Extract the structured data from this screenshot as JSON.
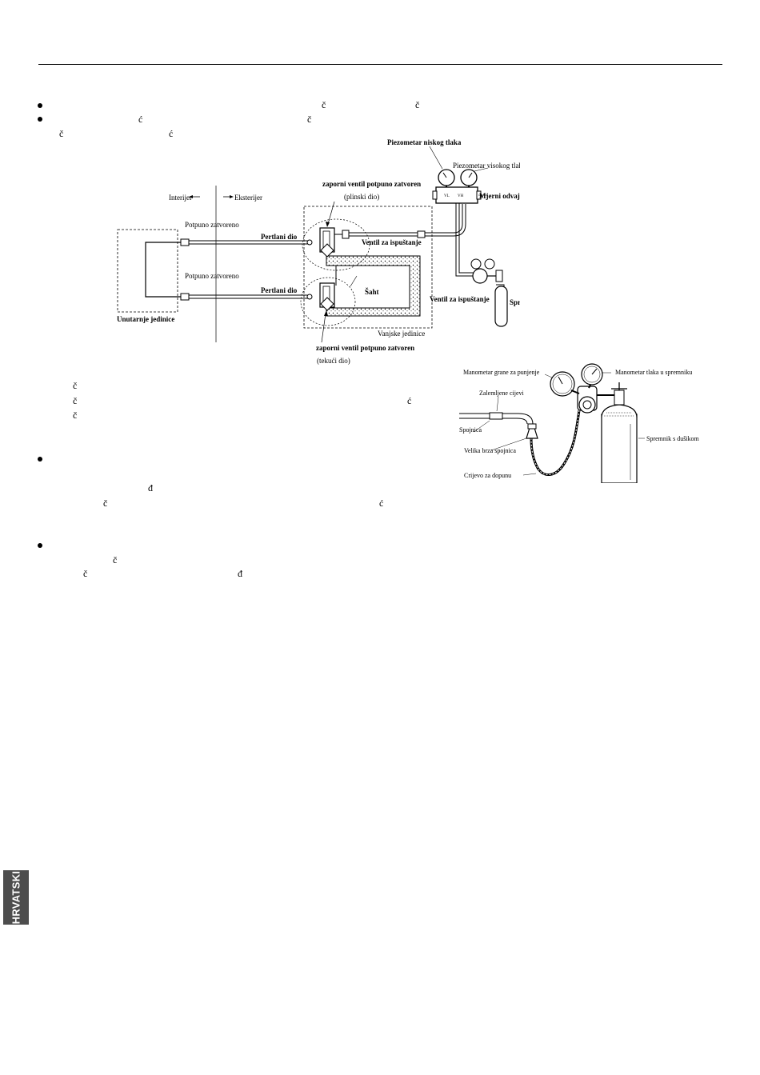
{
  "fragments": {
    "p1": [
      "č",
      "č"
    ],
    "p2": [
      "ć",
      "č"
    ],
    "p2b": [
      "č",
      "ć"
    ],
    "list": [
      "č",
      "č",
      "ć",
      "č"
    ],
    "p3": [
      "đ",
      "č",
      "ć"
    ],
    "p4": [
      "č",
      "č",
      "đ"
    ]
  },
  "diagram1": {
    "interior": "Interijer",
    "exterior": "Eksterijer",
    "fully_closed_top": "Potpuno zatvoreno",
    "fully_closed_bottom": "Potpuno zatvoreno",
    "flare_top": "Pertlani dio",
    "flare_bottom": "Pertlani dio",
    "indoor_unit": "Unutarnje jedinice",
    "outdoor_unit": "Vanjske jedinice",
    "gas_valve_line1": "zaporni ventil potpuno zatvoren",
    "gas_valve_line2": "(plinski dio)",
    "liquid_valve_line1": "zaporni ventil potpuno zatvoren",
    "liquid_valve_line2": "(tekući dio)",
    "release_valve_top": "Ventil za ispuštanje",
    "release_valve_bottom": "Ventil za ispuštanje",
    "shaft": "Šaht",
    "low_gauge": "Piezometar niskog tlaka",
    "high_gauge": "Piezometar visokog tlaka",
    "manifold": "Mjerni odvajač",
    "vl": "VL",
    "vh": "VH",
    "nitrogen_tank": "Spremnik dušika"
  },
  "diagram2": {
    "branch_gauge": "Manometar grane za punjenje",
    "tank_gauge": "Manometar tlaka u spremniku",
    "brazed_pipes": "Zalemljene cijevi",
    "coupler": "Spojnica",
    "quick_coupler": "Velika brza spojnica",
    "hose": "Crijevo za dopunu",
    "nitrogen_tank": "Spremnik s dušikom"
  },
  "side_tab": "HRVATSKI"
}
